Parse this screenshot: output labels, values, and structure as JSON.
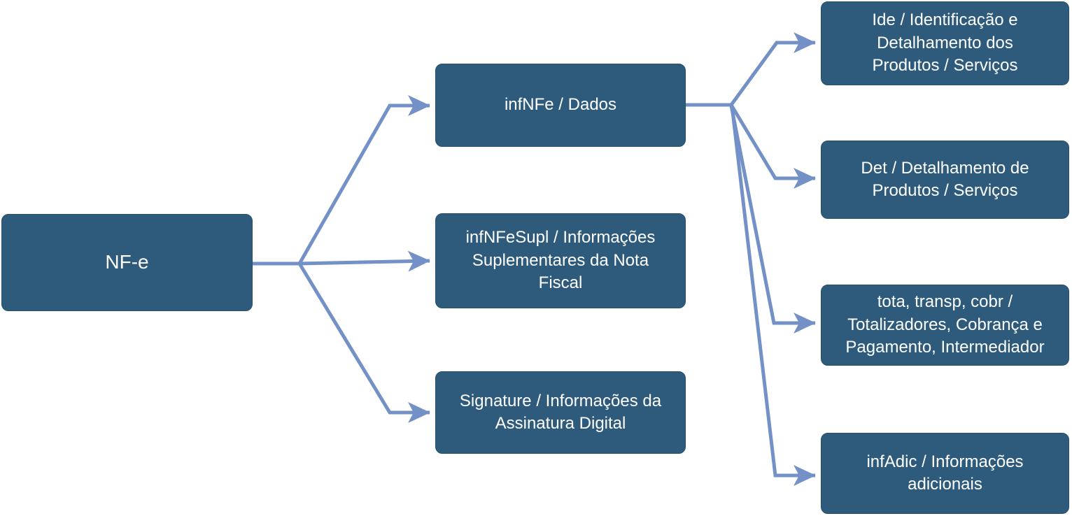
{
  "diagram": {
    "title": "NF-e XML structure",
    "colors": {
      "node_fill": "#2E5B7B",
      "node_border": "#27506D",
      "node_text": "#FFFFFF",
      "connector": "#7391C7",
      "background": "#FFFFFF"
    },
    "nodes": {
      "nfe": {
        "label": "NF-e"
      },
      "infnfe": {
        "label": "infNFe / Dados"
      },
      "infnfesupl": {
        "label": "infNFeSupl / Informações\nSuplementares da Nota\nFiscal"
      },
      "signature": {
        "label": "Signature / Informações da\nAssinatura Digital"
      },
      "ide": {
        "label": "Ide / Identificação e\nDetalhamento dos\nProdutos / Serviços"
      },
      "det": {
        "label": "Det / Detalhamento de\nProdutos / Serviços"
      },
      "tota": {
        "label": "tota, transp, cobr /\nTotalizadores, Cobrança e\nPagamento, Intermediador"
      },
      "infadic": {
        "label": "infAdic / Informações\nadicionais"
      }
    },
    "edges": [
      {
        "from": "nfe",
        "to": "infnfe"
      },
      {
        "from": "nfe",
        "to": "infnfesupl"
      },
      {
        "from": "nfe",
        "to": "signature"
      },
      {
        "from": "infnfe",
        "to": "ide"
      },
      {
        "from": "infnfe",
        "to": "det"
      },
      {
        "from": "infnfe",
        "to": "tota"
      },
      {
        "from": "infnfe",
        "to": "infadic"
      }
    ]
  }
}
